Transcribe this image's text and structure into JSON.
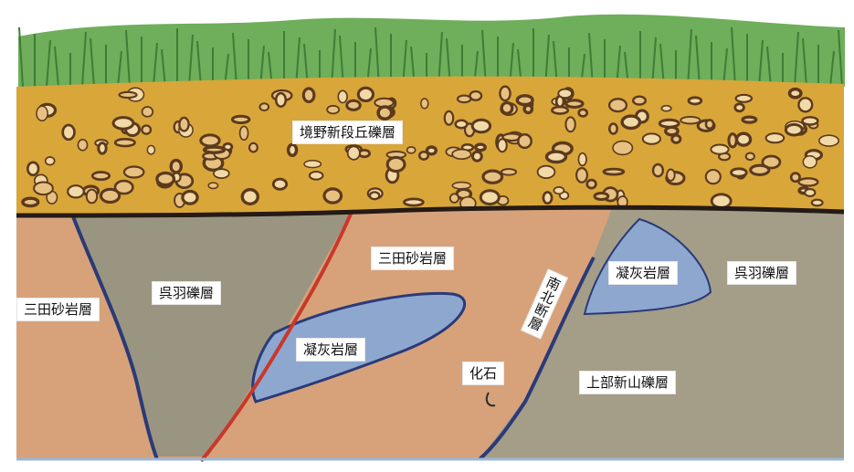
{
  "labels": {
    "sakaino_gravel": "境野新段丘礫層",
    "mita_sandstone_left": "三田砂岩層",
    "kureha_gravel_left": "呉羽礫層",
    "mita_sandstone_center": "三田砂岩層",
    "tuff_center": "凝灰岩層",
    "fossil": "化石",
    "fault": "南北断層",
    "tuff_right": "凝灰岩層",
    "kureha_gravel_right": "呉羽礫層",
    "upper_shinzan_gravel": "上部新山礫層"
  },
  "colors": {
    "sky": "#ffffff",
    "grass": "#6fae5a",
    "gravel_bed": "#d9a63a",
    "pebble": "#5b3a1c",
    "sandstone": "#d7a27a",
    "kureha_gravel": "#9a9580",
    "tuff": "#8ea7cf",
    "shinzan_gravel": "#a49d88",
    "fault_line": "#c8382b",
    "boundary_line": "#2b3a78"
  }
}
